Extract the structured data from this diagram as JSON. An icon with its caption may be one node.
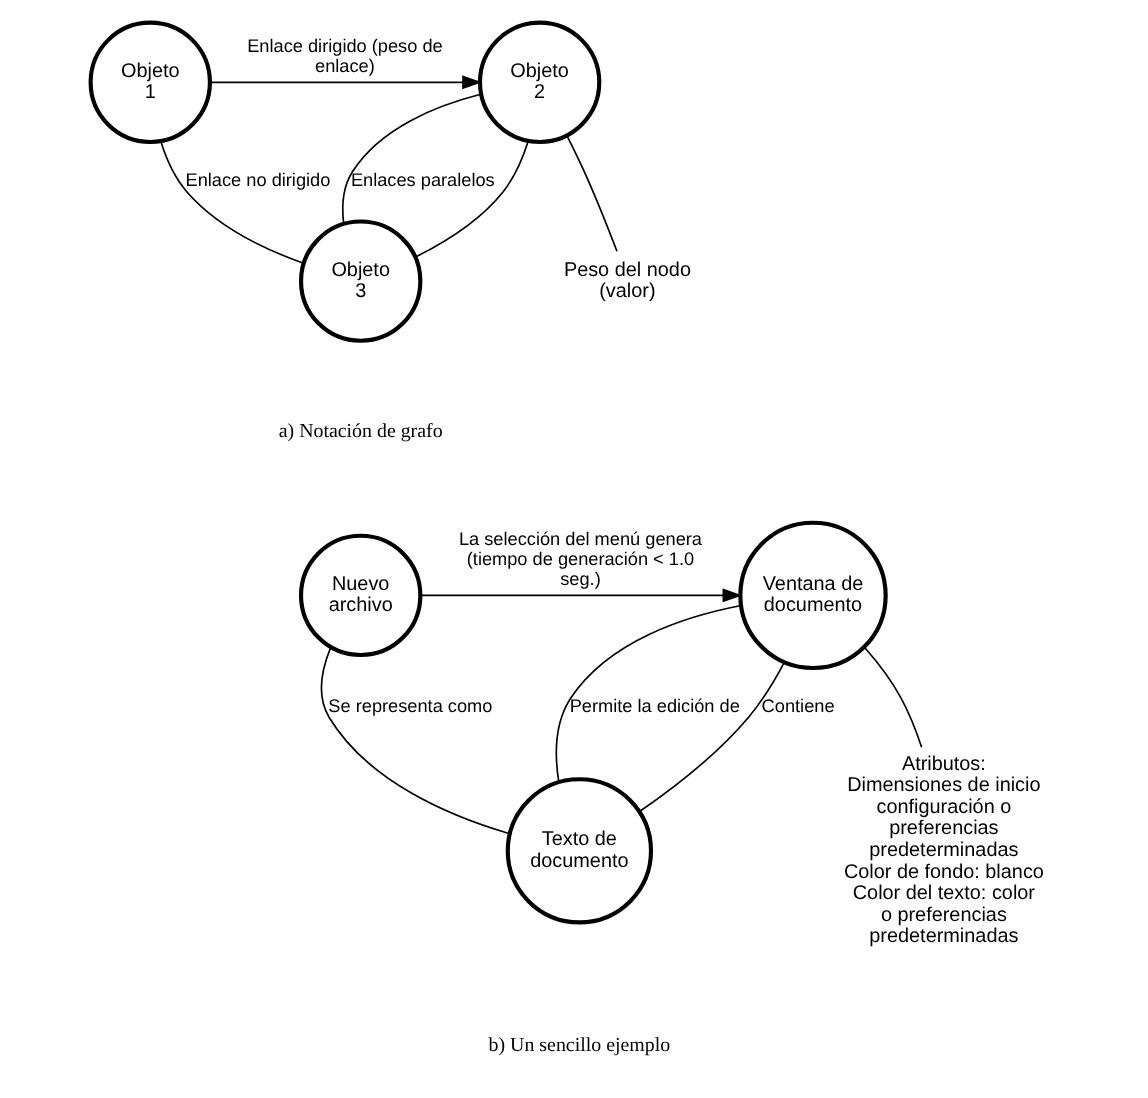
{
  "diagram": {
    "nodes": [
      {
        "text": [
          "Objeto 1"
        ]
      },
      {
        "text": [
          "Objeto 2"
        ]
      },
      {
        "text": [
          "Objeto 3"
        ]
      },
      {
        "text": [
          "Peso del nodo (valor)"
        ]
      },
      {
        "text": [
          "Nuevo archivo"
        ]
      },
      {
        "text": [
          "Ventana de documento"
        ]
      },
      {
        "text": [
          "Texto de documento"
        ]
      },
      {
        "text": [
          "Atributos:",
          "Dimensiones de inicio configuración o preferencias predeterminadas",
          "Color de fondo: blanco",
          "Color del texto: color o preferencias predeterminadas"
        ]
      }
    ],
    "edges": [
      {
        "from": 0,
        "to": 1,
        "arrow": "to",
        "label": "Enlace dirigido (peso de enlace)"
      },
      {
        "from": 0,
        "to": 2,
        "arrow": "none",
        "label": "Enlace no dirigido"
      },
      {
        "from": 2,
        "to": 1,
        "arrow": "none",
        "label": "Enlaces paralelos"
      },
      {
        "from": 2,
        "to": 1,
        "arrow": "none"
      },
      {
        "from": 3,
        "to": 1,
        "arrow": "none"
      },
      {
        "from": 4,
        "to": 5,
        "arrow": "to",
        "label": "La selección del menú genera (tiempo de generación < 1.0 seg.)"
      },
      {
        "from": 4,
        "to": 6,
        "arrow": "none",
        "label": "Se representa como"
      },
      {
        "from": 6,
        "to": 5,
        "arrow": "none",
        "label": "Permite la edición de"
      },
      {
        "from": 6,
        "to": 5,
        "arrow": "none",
        "label": "Contiene"
      },
      {
        "from": 7,
        "to": 5,
        "arrow": "none"
      }
    ],
    "labels": [
      "a) Notación de grafo",
      "b) Un sencillo ejemplo"
    ]
  }
}
